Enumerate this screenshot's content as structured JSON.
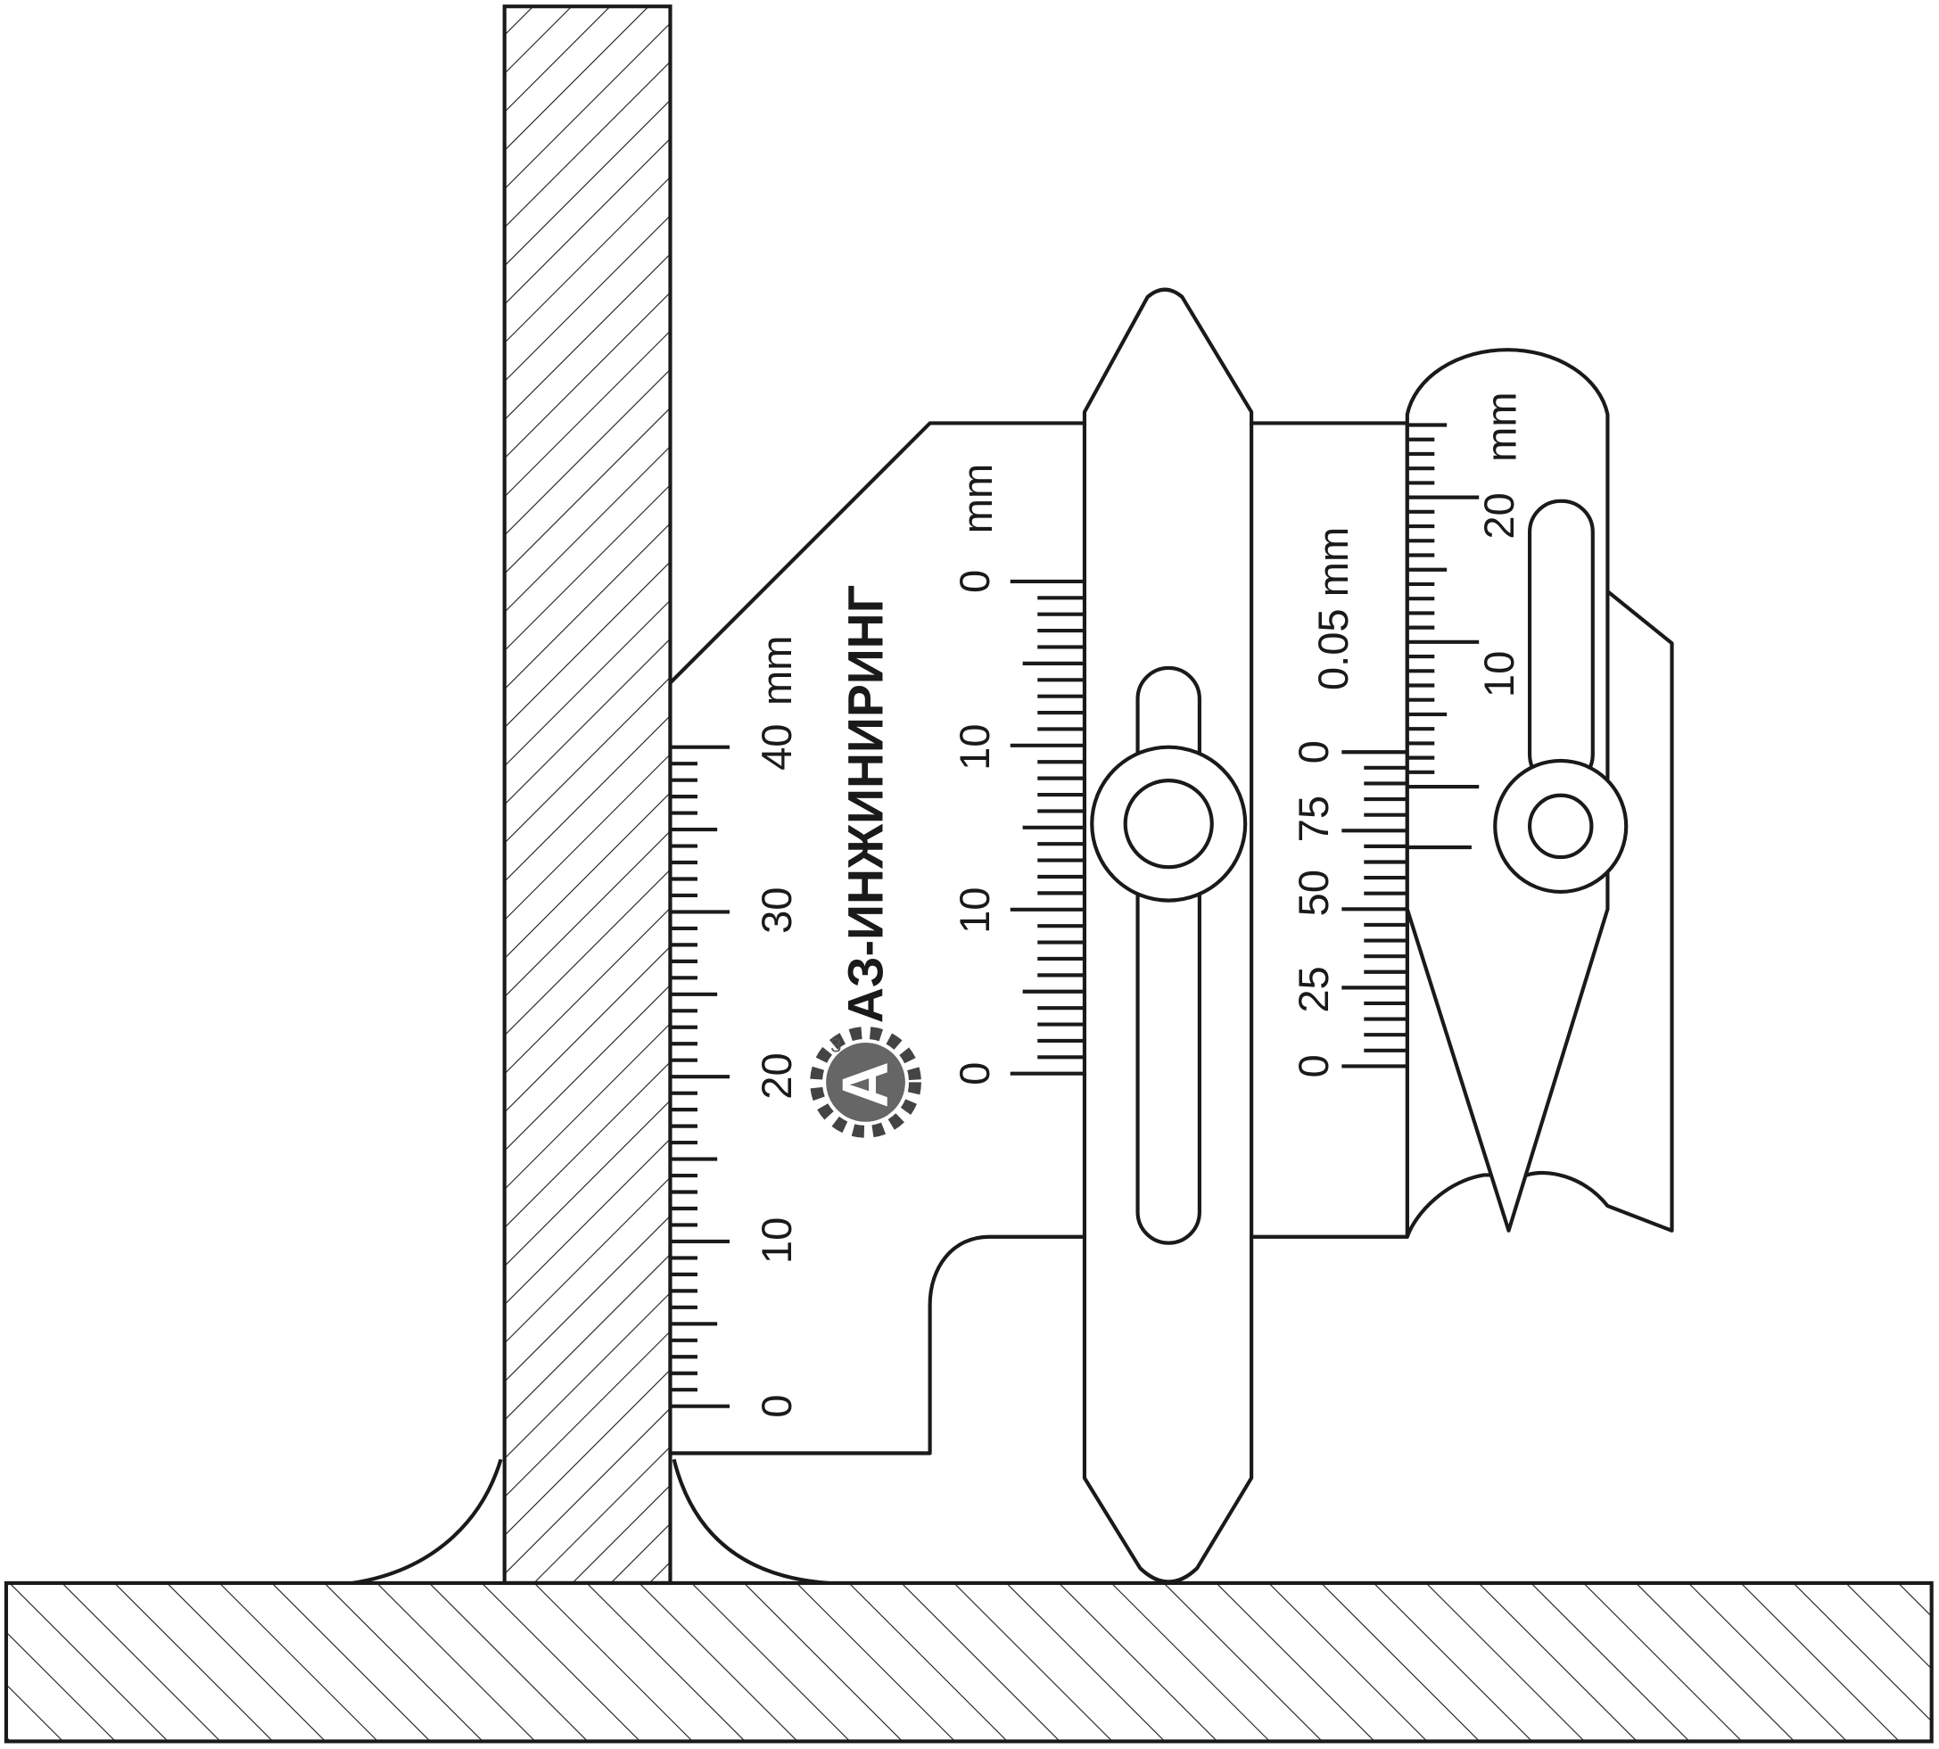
{
  "brand": {
    "name": "АЗ-ИНЖИНИРИНГ",
    "logo_text": "А",
    "logo_superscript": "3",
    "logo_color": "#555555"
  },
  "left_scale": {
    "unit": "mm",
    "labels": [
      "0",
      "10",
      "20",
      "30",
      "40"
    ]
  },
  "middle_scale": {
    "unit": "mm",
    "labels": [
      "0",
      "10",
      "10",
      "0"
    ]
  },
  "vernier_scale": {
    "unit": "0.05 mm",
    "labels": [
      "0",
      "25",
      "50",
      "75",
      "0"
    ]
  },
  "right_scale": {
    "unit": "mm",
    "labels": [
      "10",
      "20"
    ]
  },
  "colors": {
    "line": "#1a1a1a",
    "background": "#ffffff"
  }
}
